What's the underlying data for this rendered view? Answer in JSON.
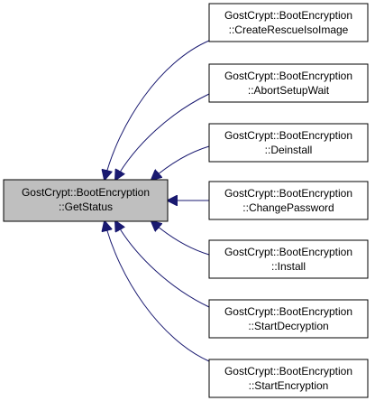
{
  "colors": {
    "focus_fill": "#bfbfbf",
    "node_fill": "#ffffff",
    "node_border": "#000000",
    "edge": "#191970"
  },
  "focus_node": {
    "line1": "GostCrypt::BootEncryption",
    "line2": "::GetStatus"
  },
  "callers": [
    {
      "line1": "GostCrypt::BootEncryption",
      "line2": "::CreateRescueIsoImage"
    },
    {
      "line1": "GostCrypt::BootEncryption",
      "line2": "::AbortSetupWait"
    },
    {
      "line1": "GostCrypt::BootEncryption",
      "line2": "::Deinstall"
    },
    {
      "line1": "GostCrypt::BootEncryption",
      "line2": "::ChangePassword"
    },
    {
      "line1": "GostCrypt::BootEncryption",
      "line2": "::Install"
    },
    {
      "line1": "GostCrypt::BootEncryption",
      "line2": "::StartDecryption"
    },
    {
      "line1": "GostCrypt::BootEncryption",
      "line2": "::StartEncryption"
    }
  ]
}
